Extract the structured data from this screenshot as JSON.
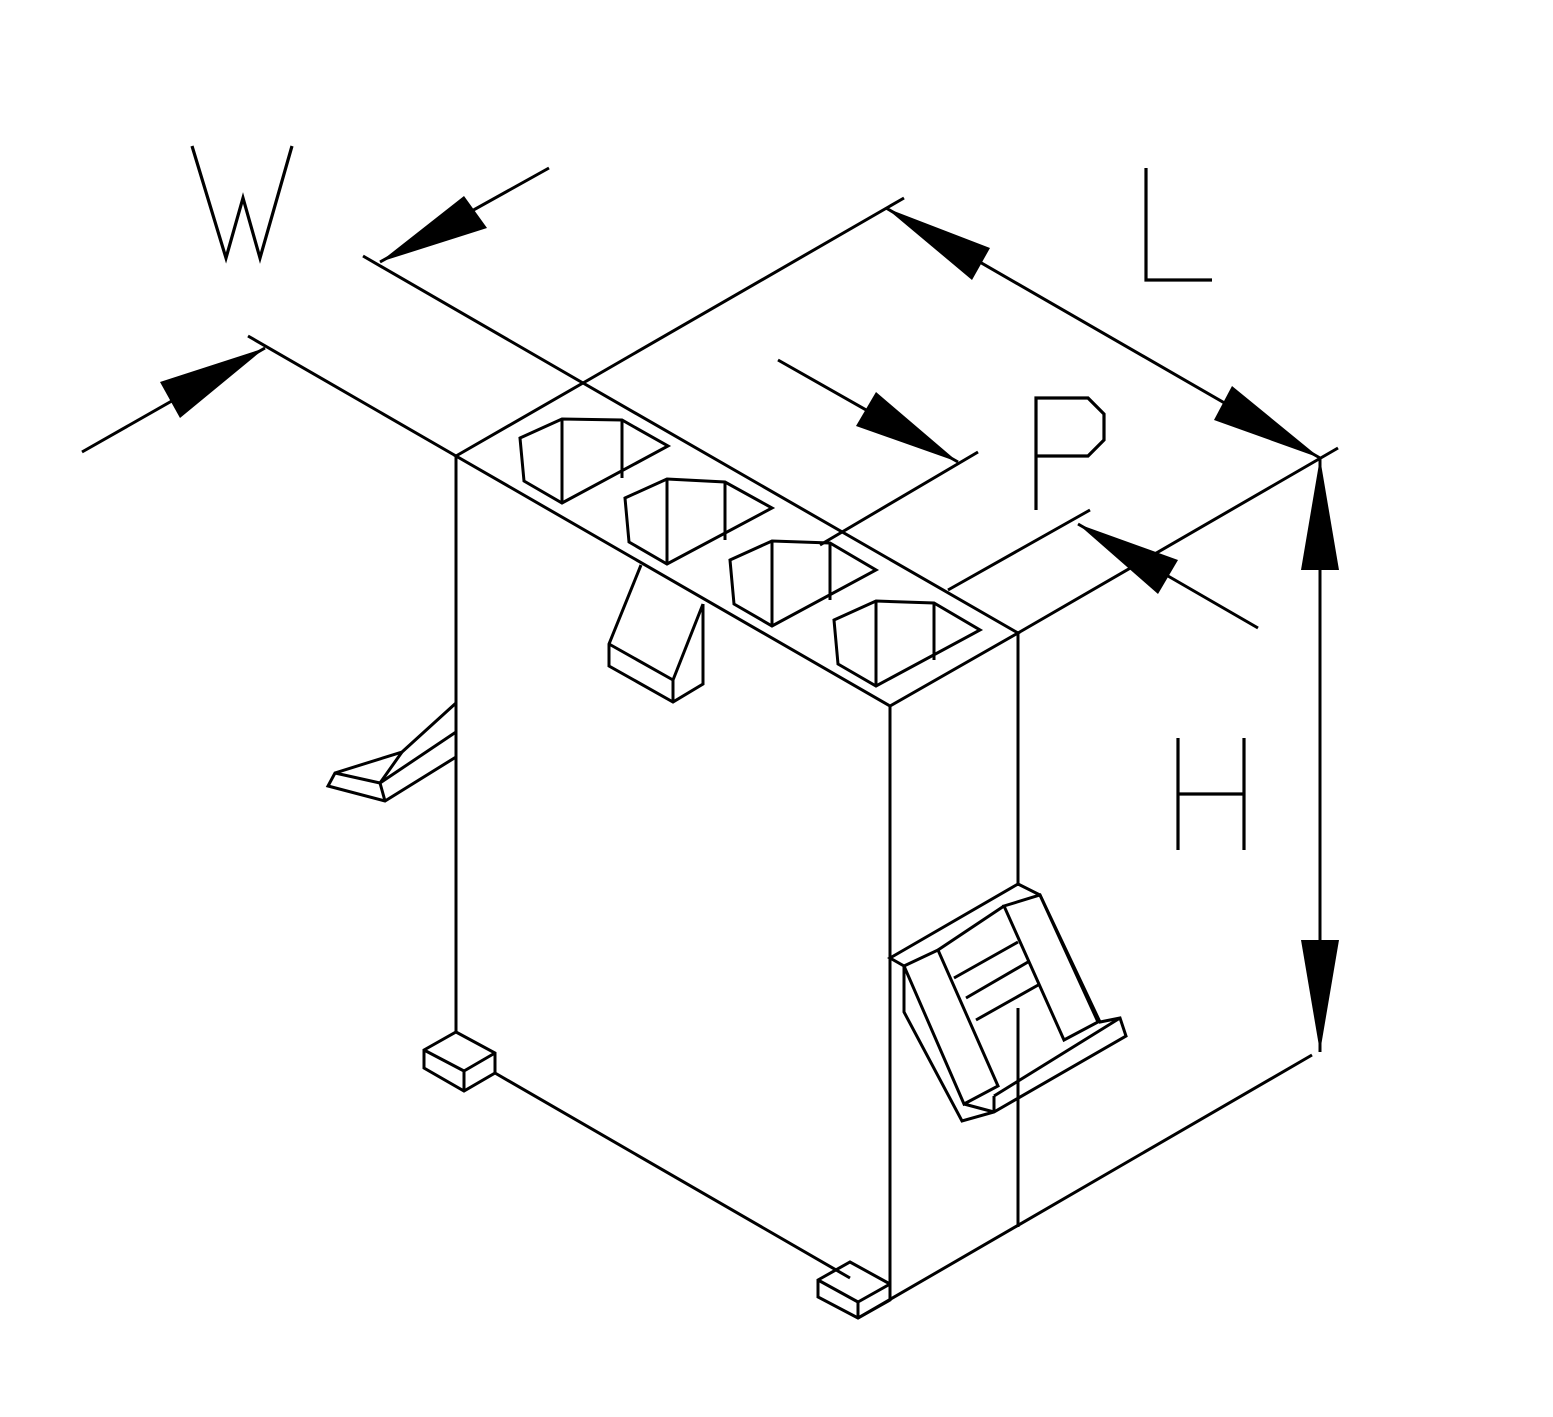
{
  "dimension_labels": {
    "width": "W",
    "length": "L",
    "pitch": "P",
    "height": "H"
  },
  "connector": {
    "cavity_count": 4
  },
  "colors": {
    "line": "#000000",
    "background": "#ffffff"
  }
}
